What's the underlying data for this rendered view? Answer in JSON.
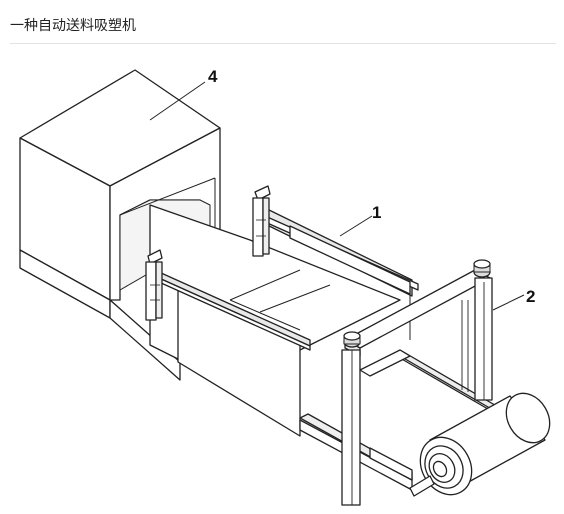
{
  "page": {
    "title": "一种自动送料吸塑机"
  },
  "diagram": {
    "labels": [
      {
        "id": "housing",
        "text": "4"
      },
      {
        "id": "feed-rail",
        "text": "1"
      },
      {
        "id": "roller-frame",
        "text": "2"
      }
    ]
  }
}
